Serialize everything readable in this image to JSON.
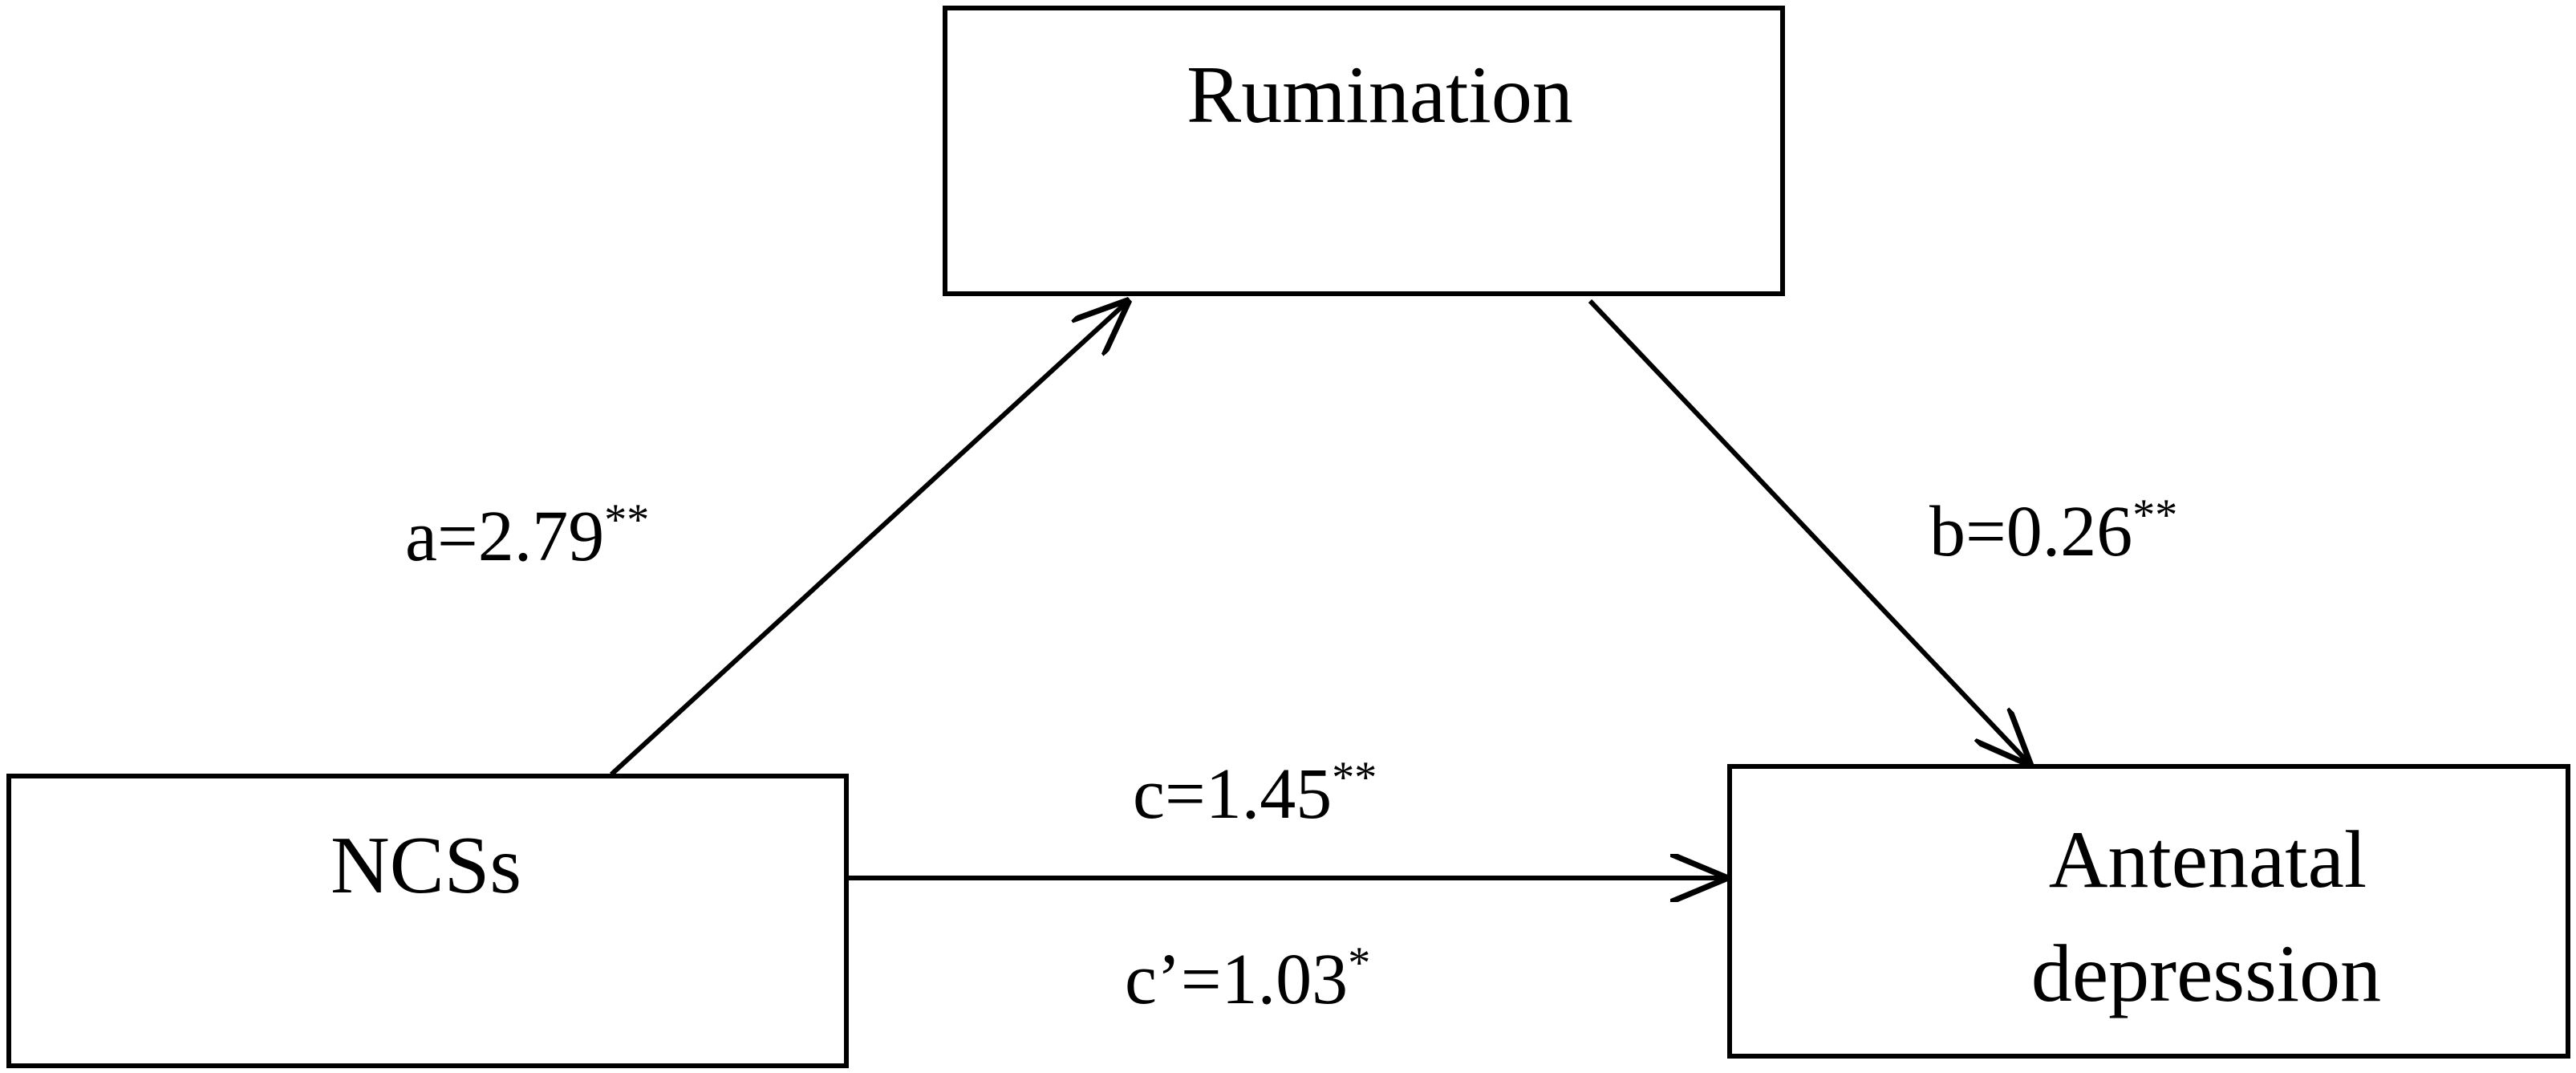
{
  "nodes": {
    "mediator": {
      "label": "Rumination"
    },
    "predictor": {
      "label": "NCSs"
    },
    "outcome": {
      "label_line1": "Antenatal",
      "label_line2": "depression"
    }
  },
  "paths": {
    "a": {
      "text": "a=2.79",
      "significance": "**"
    },
    "b": {
      "text": "b=0.26",
      "significance": "**"
    },
    "c": {
      "text": "c=1.45",
      "significance": "**"
    },
    "c_prime": {
      "text": "c’=1.03",
      "significance": "*"
    }
  },
  "colors": {
    "stroke": "#000000",
    "text": "#000000",
    "background": "#ffffff"
  }
}
